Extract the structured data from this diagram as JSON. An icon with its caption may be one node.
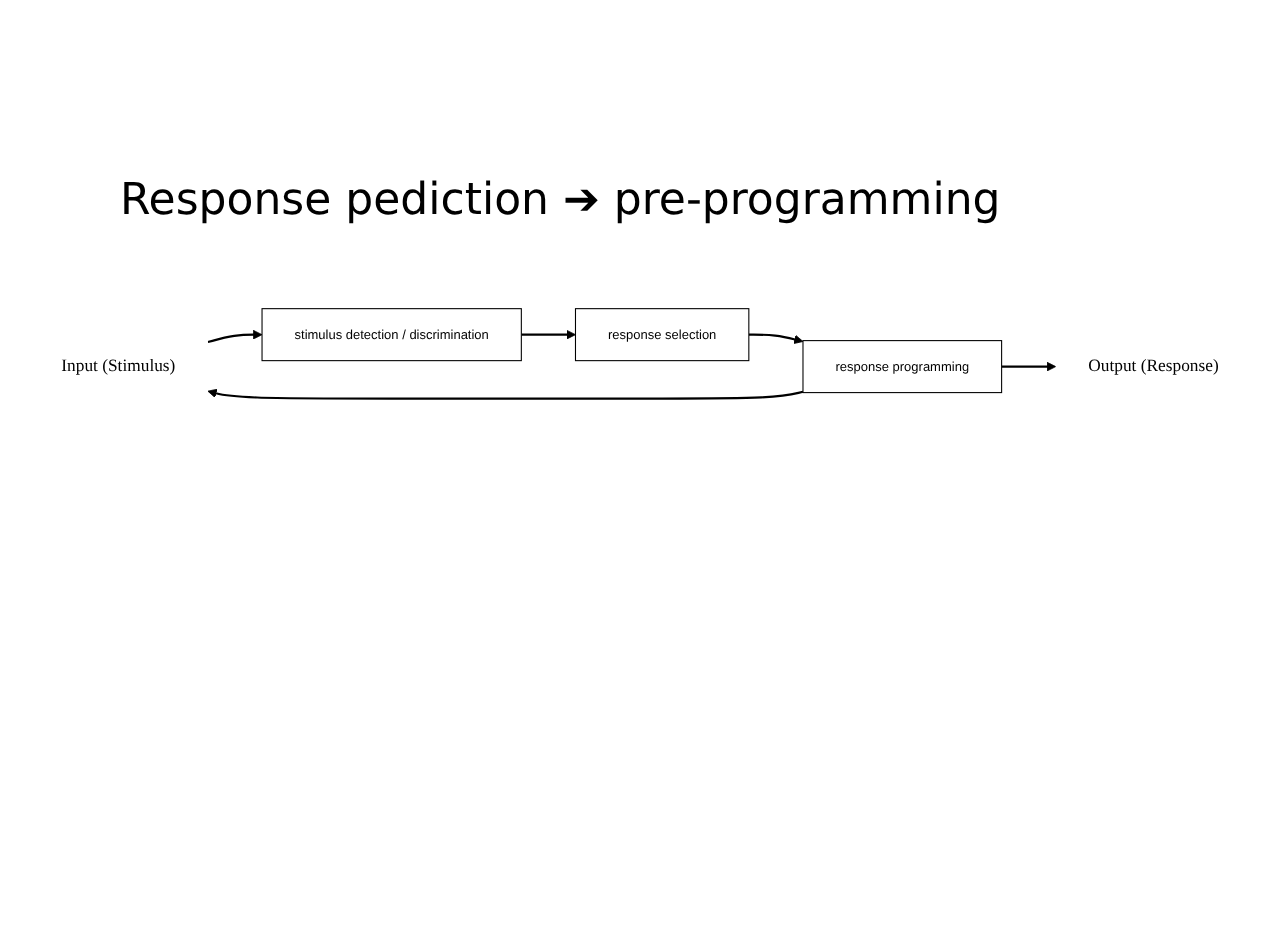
{
  "diagram": {
    "title": "Response pediction ➔ pre-programming",
    "nodes": [
      {
        "text": [
          "Input (Stimulus)"
        ]
      },
      {
        "text": [
          "stimulus detection / discrimination"
        ]
      },
      {
        "text": [
          "response selection"
        ]
      },
      {
        "text": [
          "response programming"
        ]
      },
      {
        "text": [
          "Output (Response)"
        ]
      }
    ],
    "edges": [
      {
        "from": 0,
        "to": 1,
        "arrow": "to"
      },
      {
        "from": 1,
        "to": 2,
        "arrow": "to"
      },
      {
        "from": 2,
        "to": 3,
        "arrow": "to"
      },
      {
        "from": 3,
        "to": 4,
        "arrow": "to"
      },
      {
        "from": 3,
        "to": 0,
        "arrow": "to"
      }
    ]
  }
}
